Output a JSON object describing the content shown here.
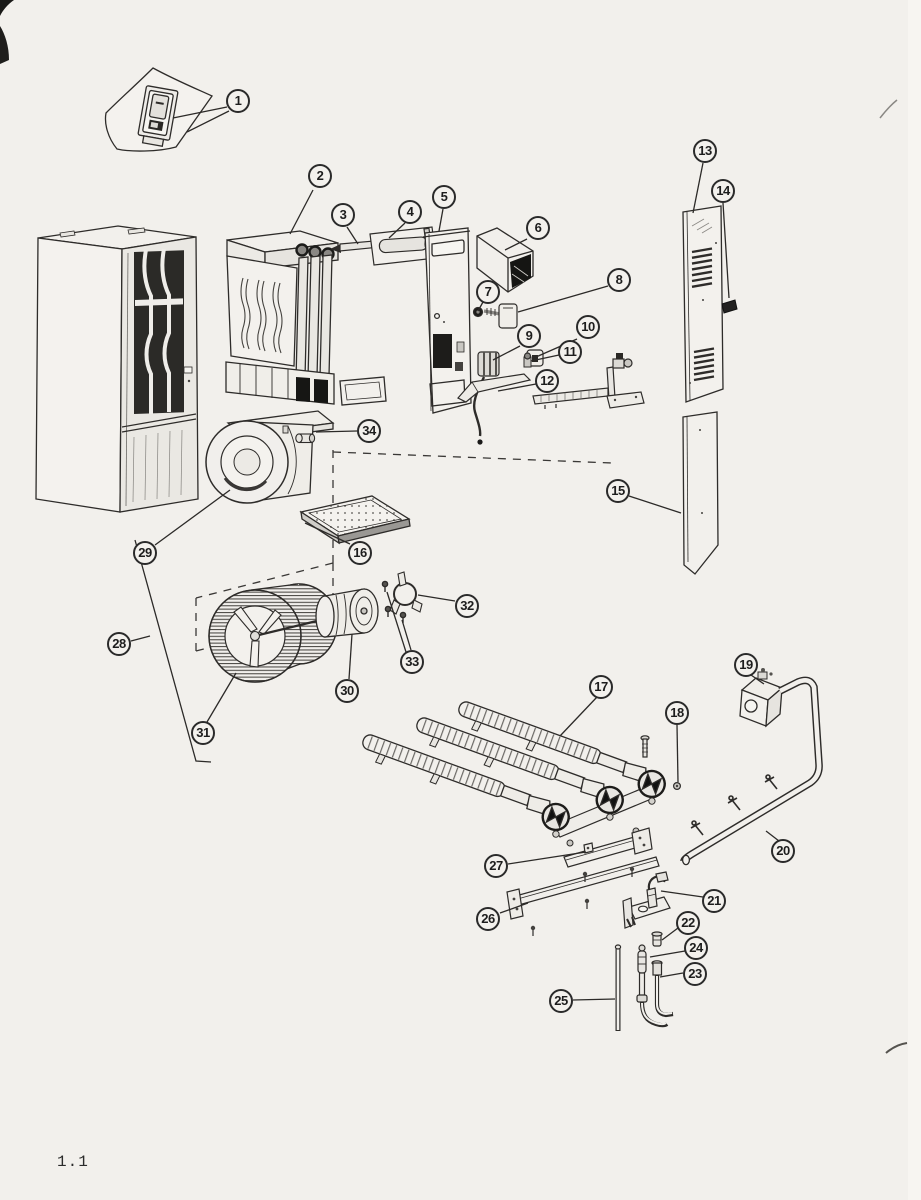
{
  "page": {
    "number": "1.1"
  },
  "figure": {
    "kind": "exploded-parts-diagram",
    "callouts": [
      {
        "label": "1"
      },
      {
        "label": "2"
      },
      {
        "label": "3"
      },
      {
        "label": "4"
      },
      {
        "label": "5"
      },
      {
        "label": "6"
      },
      {
        "label": "7"
      },
      {
        "label": "8"
      },
      {
        "label": "9"
      },
      {
        "label": "10"
      },
      {
        "label": "11"
      },
      {
        "label": "12"
      },
      {
        "label": "13"
      },
      {
        "label": "14"
      },
      {
        "label": "15"
      },
      {
        "label": "16"
      },
      {
        "label": "17"
      },
      {
        "label": "18"
      },
      {
        "label": "19"
      },
      {
        "label": "20"
      },
      {
        "label": "21"
      },
      {
        "label": "22"
      },
      {
        "label": "23"
      },
      {
        "label": "24"
      },
      {
        "label": "25"
      },
      {
        "label": "26"
      },
      {
        "label": "27"
      },
      {
        "label": "28"
      },
      {
        "label": "29"
      },
      {
        "label": "30"
      },
      {
        "label": "31"
      },
      {
        "label": "32"
      },
      {
        "label": "33"
      },
      {
        "label": "34"
      }
    ]
  }
}
